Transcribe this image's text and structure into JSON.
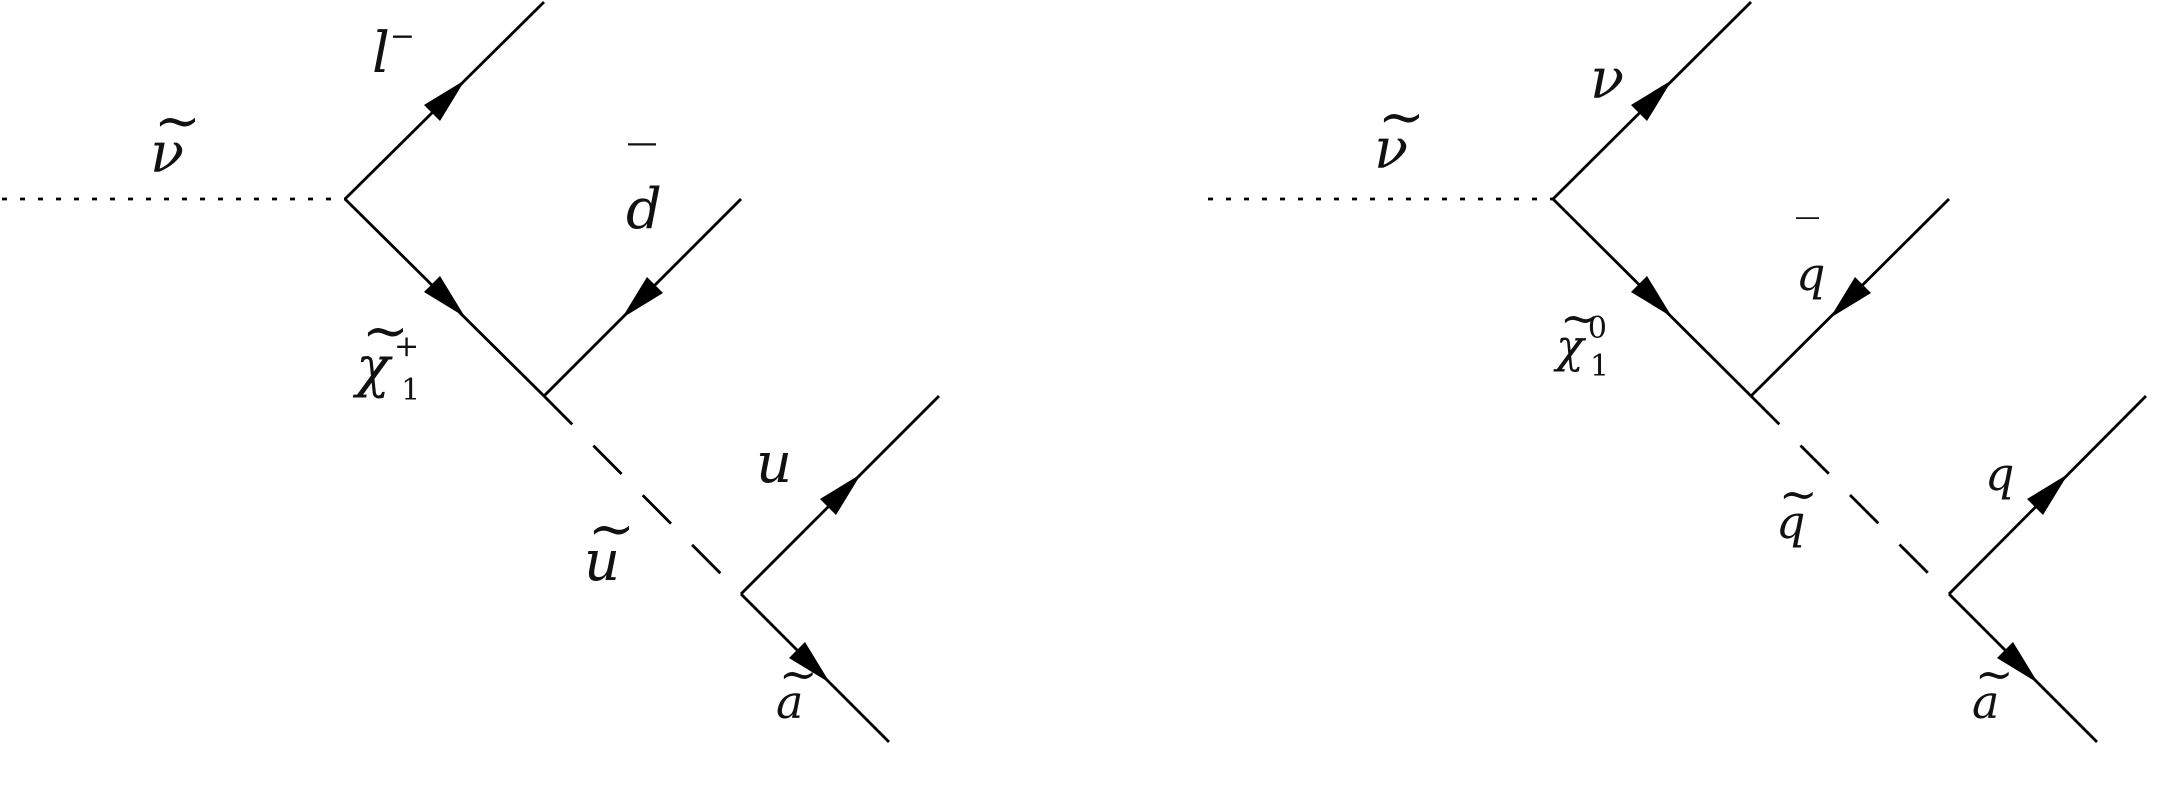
{
  "diagrams": [
    {
      "incoming": {
        "symbol": "ν",
        "tilde": "~"
      },
      "lepton_out": {
        "symbol": "l",
        "superscript": "−"
      },
      "chargino": {
        "symbol": "χ",
        "tilde": "~",
        "subscript": "1",
        "superscript": "+"
      },
      "antiquark": {
        "symbol": "d",
        "bar": "‾"
      },
      "squark": {
        "symbol": "u",
        "tilde": "~"
      },
      "quark_out": {
        "symbol": "u"
      },
      "axino": {
        "symbol": "a",
        "tilde": "~"
      }
    },
    {
      "incoming": {
        "symbol": "ν",
        "tilde": "~"
      },
      "lepton_out": {
        "symbol": "ν"
      },
      "neutralino": {
        "symbol": "χ",
        "tilde": "~",
        "subscript": "1",
        "superscript": "0"
      },
      "antiquark": {
        "symbol": "q",
        "bar": "‾"
      },
      "squark": {
        "symbol": "q",
        "tilde": "~"
      },
      "quark_out": {
        "symbol": "q"
      },
      "axino": {
        "symbol": "a",
        "tilde": "~"
      }
    }
  ]
}
